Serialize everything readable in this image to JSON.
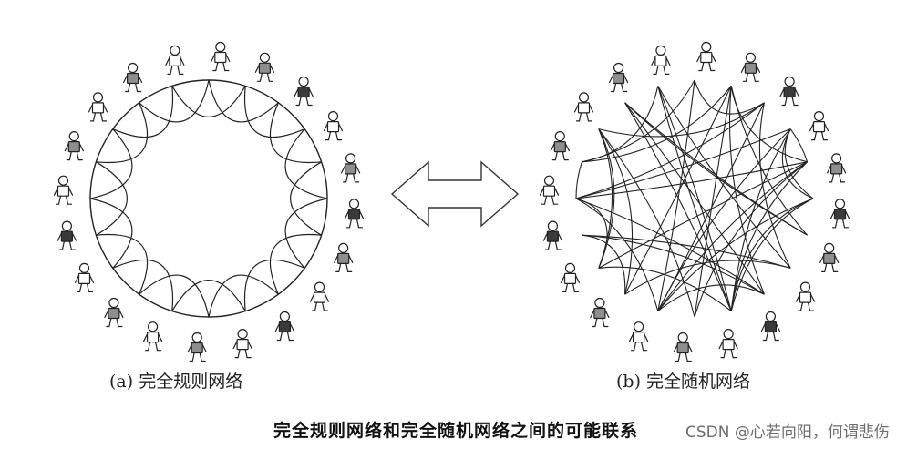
{
  "captions": {
    "left": "(a) 完全规则网络",
    "right": "(b) 完全随机网络"
  },
  "title": "完全规则网络和完全随机网络之间的可能联系",
  "watermark": "CSDN @心若向阳，何谓悲伤",
  "colors": {
    "line": "#222222",
    "shirt_dark": "#3a3a3a",
    "shirt_gray": "#8e8e8e",
    "shirt_light": "#ffffff"
  },
  "icons": {
    "person": "person-icon",
    "arrow": "double-arrow-icon"
  },
  "network_a": {
    "type": "regular-ring",
    "nodes": 20
  },
  "network_b": {
    "type": "random",
    "nodes": 20
  },
  "people_shading": [
    "light",
    "gray",
    "dark",
    "light",
    "gray",
    "dark",
    "gray",
    "light",
    "dark",
    "light",
    "gray",
    "light",
    "gray",
    "light",
    "dark",
    "light",
    "gray",
    "light",
    "gray",
    "light"
  ]
}
